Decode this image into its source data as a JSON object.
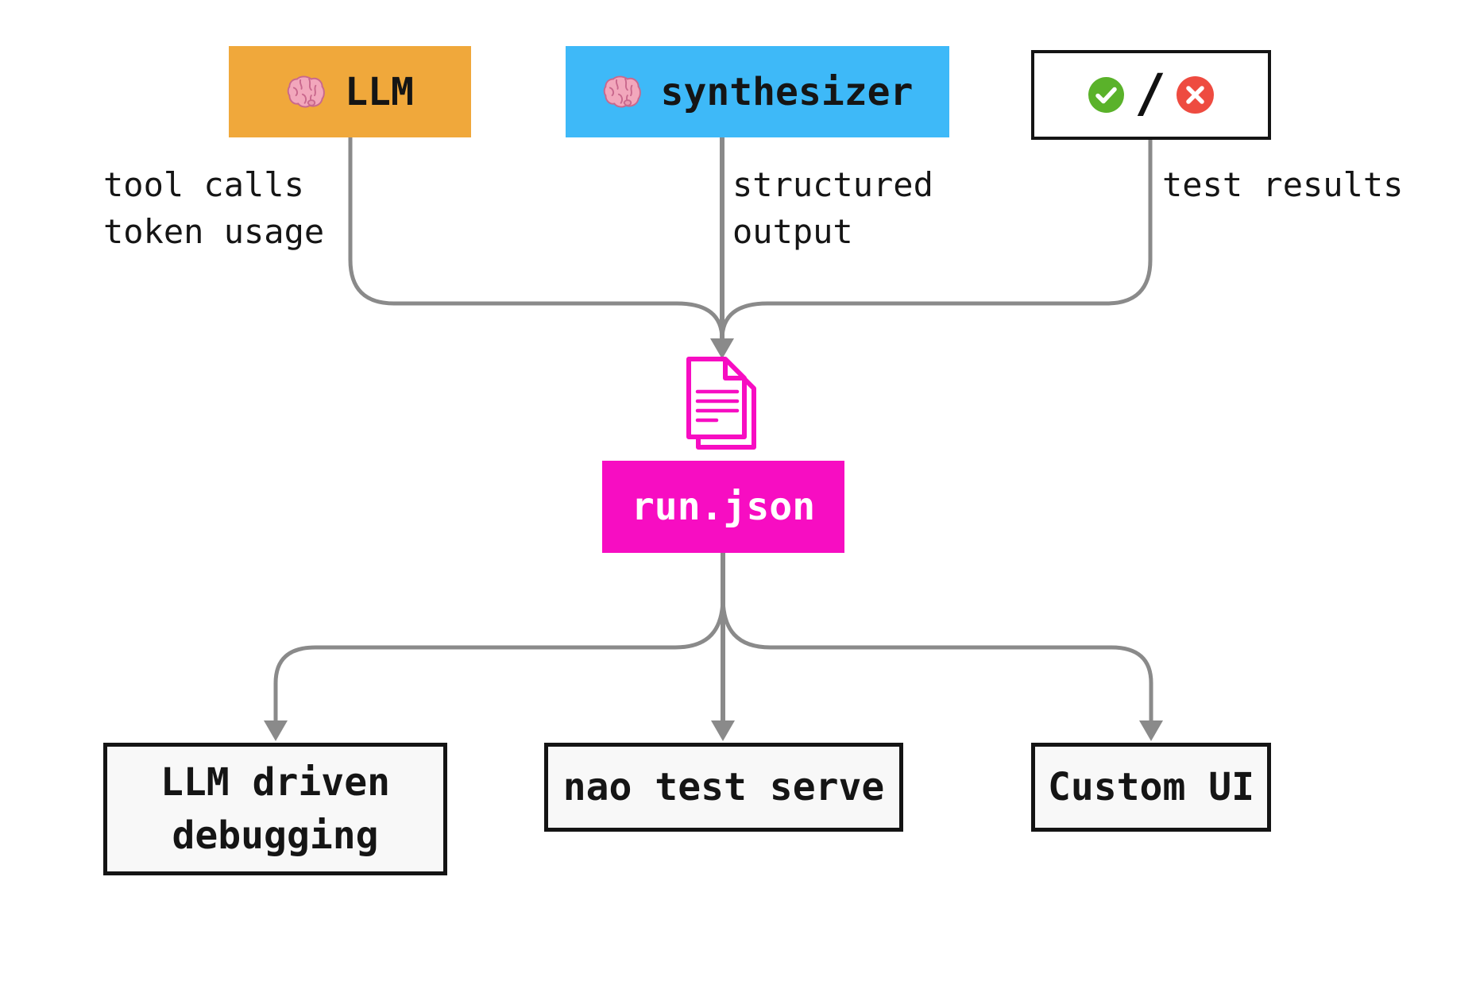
{
  "diagram": {
    "background": "#FFFFFF",
    "edge_color": "#8A8A8A",
    "top_nodes": {
      "llm": {
        "label": "LLM",
        "bg": "#F0A83B",
        "icon": "brain"
      },
      "synthesizer": {
        "label": "synthesizer",
        "bg": "#3EB9F8",
        "icon": "brain"
      },
      "results": {
        "bg": "#FFFFFF",
        "border": "#141414",
        "separator": "/",
        "pass_icon_color": "#5AB22A",
        "fail_icon_color": "#EE4B40"
      }
    },
    "edge_labels": {
      "llm": {
        "line1": "tool calls",
        "line2": "token usage"
      },
      "synthesizer": {
        "line1": "structured",
        "line2": "output"
      },
      "results": {
        "line1": "test results"
      }
    },
    "center_node": {
      "label": "run.json",
      "bg": "#F70DC2",
      "text_color": "#FFFFFF",
      "icon": "document",
      "icon_color": "#F70DC2"
    },
    "bottom_nodes": {
      "debugging": {
        "line1": "LLM driven",
        "line2": "debugging",
        "bg": "#F8F8F8",
        "border": "#141414"
      },
      "nao": {
        "label": "nao test serve",
        "bg": "#F8F8F8",
        "border": "#141414"
      },
      "custom_ui": {
        "label": "Custom UI",
        "bg": "#F8F8F8",
        "border": "#141414"
      }
    }
  }
}
